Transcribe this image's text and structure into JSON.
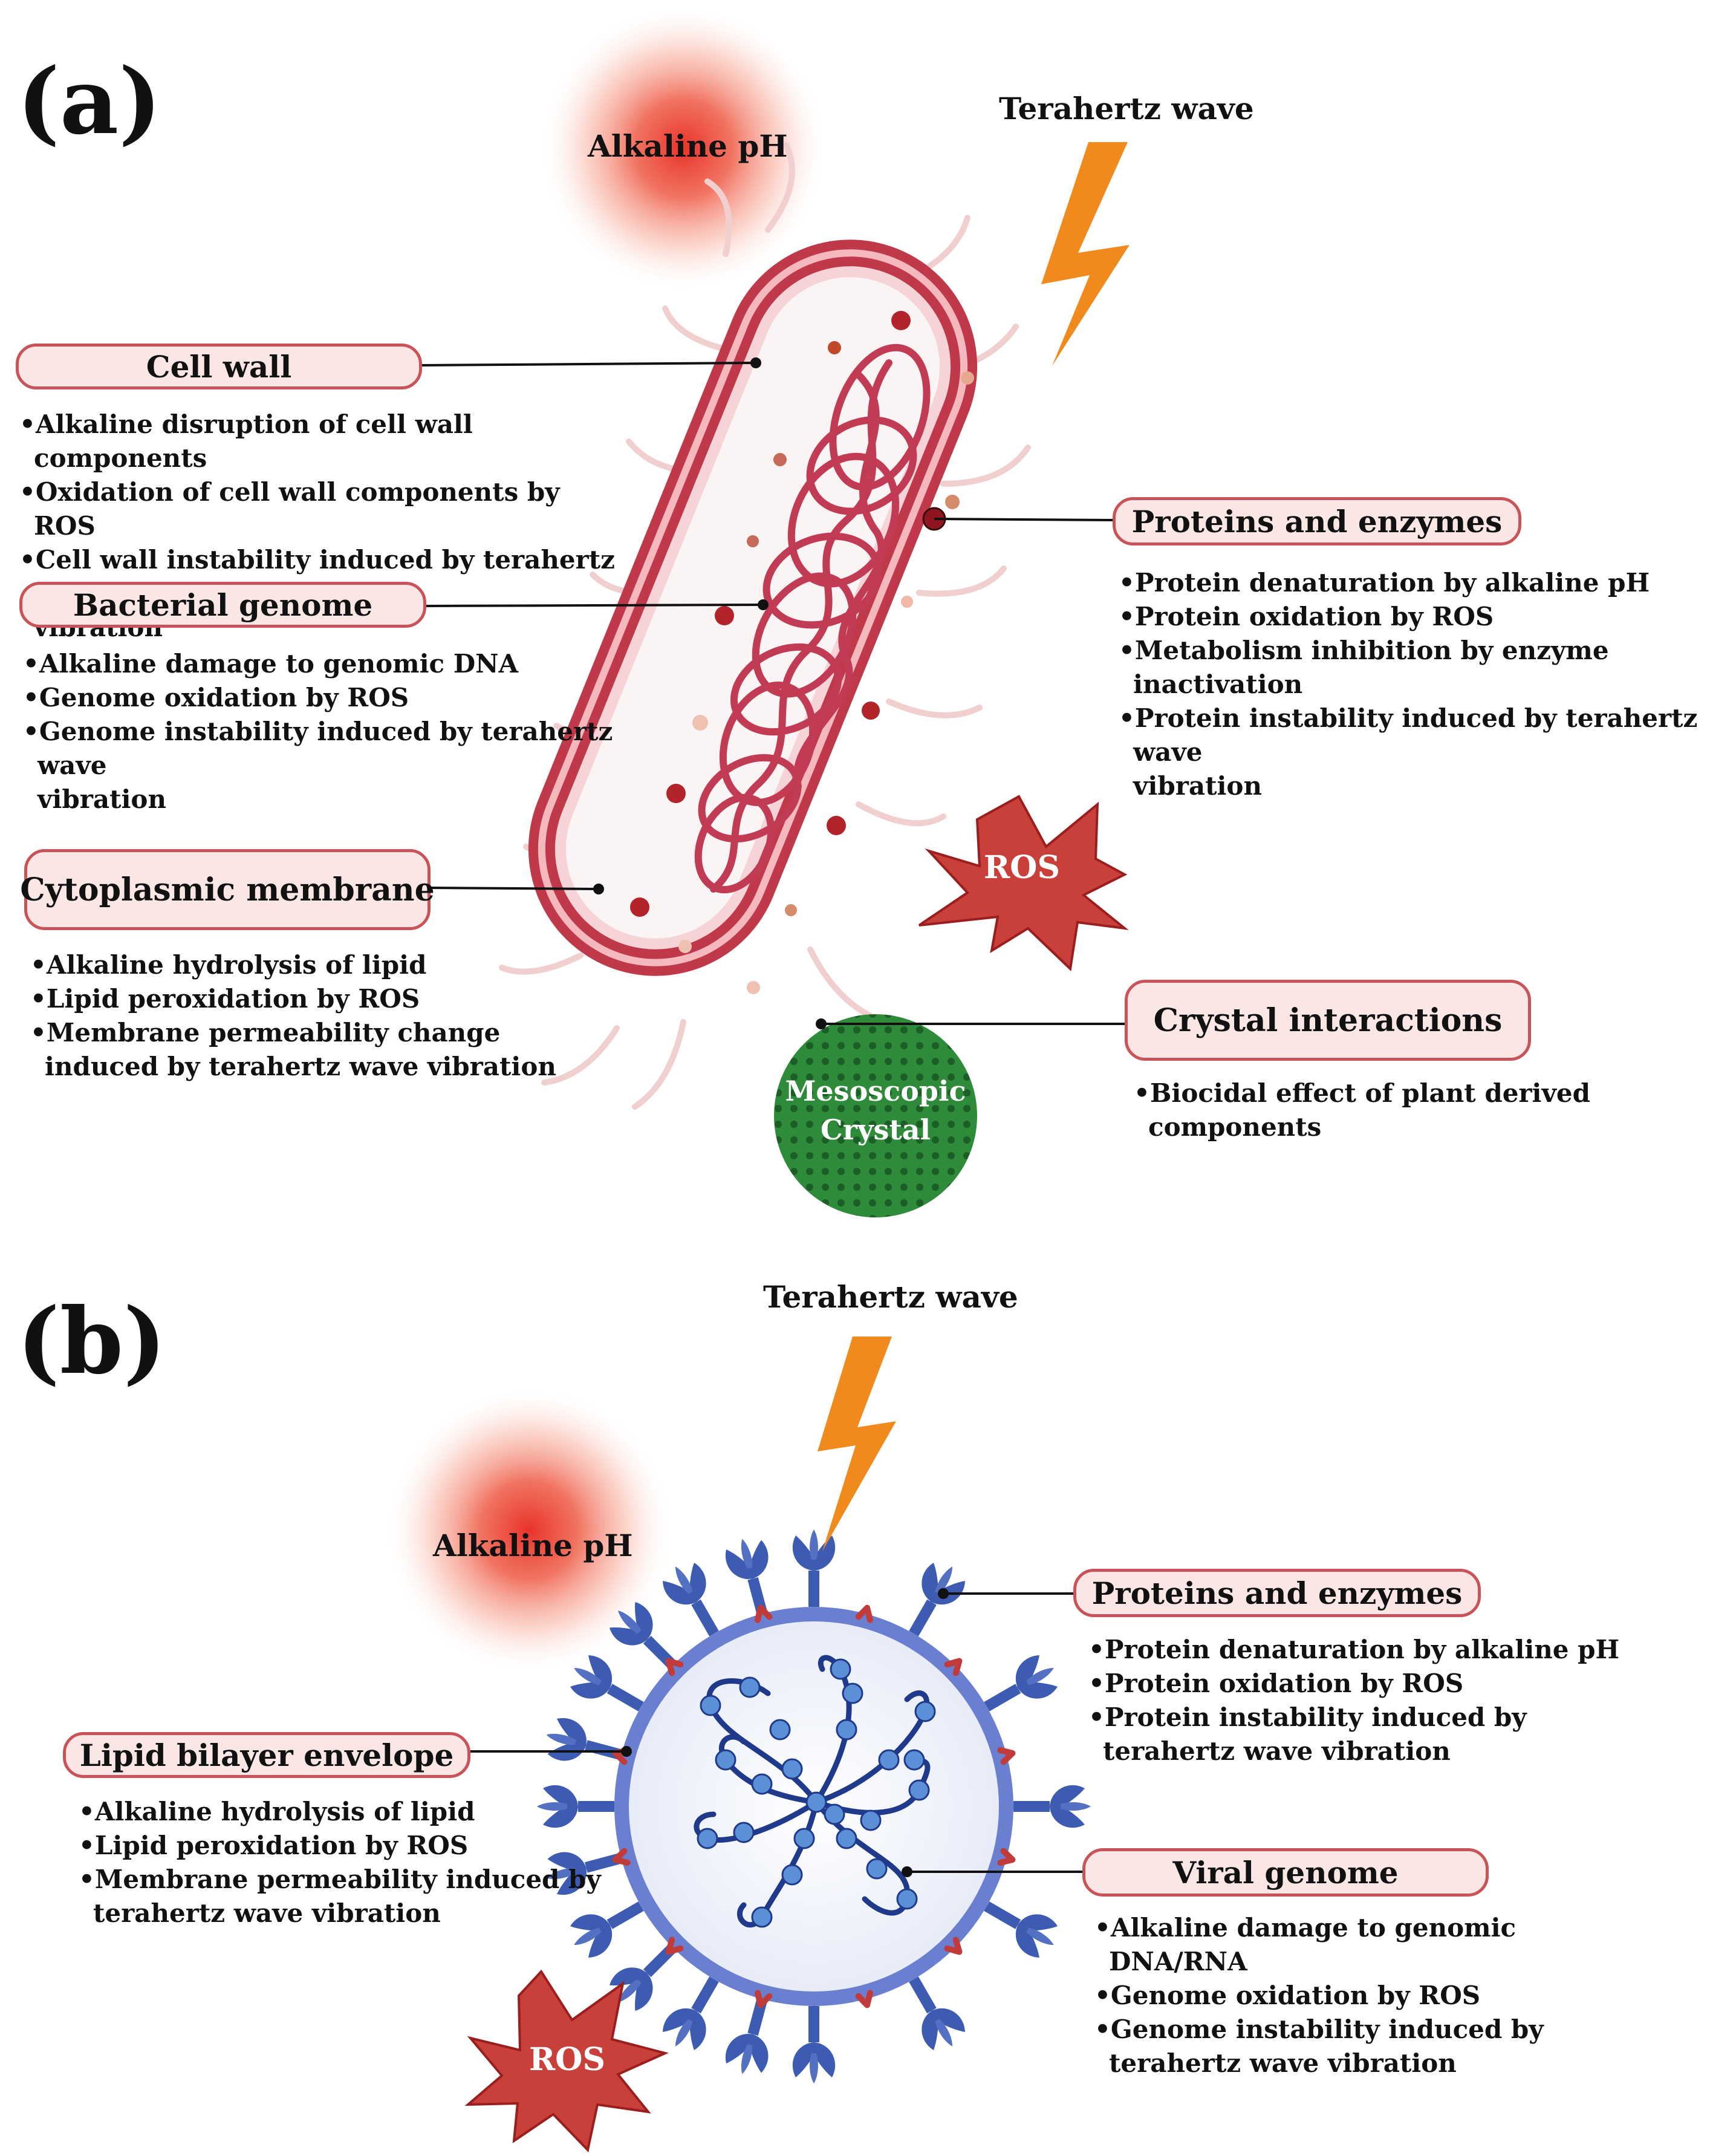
{
  "panel_a": {
    "letter": "(a)",
    "alkaline_label": "Alkaline pH",
    "terahertz_label": "Terahertz wave",
    "ros_label": "ROS",
    "crystal_label": "Mesoscopic\nCrystal",
    "cell_wall": {
      "title": "Cell wall",
      "bullets": [
        "Alkaline disruption of cell wall components",
        "Oxidation of cell wall components by ROS",
        "Cell wall instability induced by terahertz wave\nvibration"
      ]
    },
    "bacterial_genome": {
      "title": "Bacterial genome",
      "bullets": [
        "Alkaline damage to genomic DNA",
        "Genome oxidation by ROS",
        "Genome instability induced by terahertz wave\nvibration"
      ]
    },
    "cytoplasmic_membrane": {
      "title": "Cytoplasmic membrane",
      "bullets": [
        "Alkaline hydrolysis of lipid",
        "Lipid peroxidation by ROS",
        "Membrane permeability change\ninduced by  terahertz wave vibration"
      ]
    },
    "proteins_enzymes": {
      "title": "Proteins and enzymes",
      "bullets": [
        "Protein denaturation by alkaline pH",
        "Protein oxidation by ROS",
        "Metabolism inhibition by enzyme inactivation",
        "Protein instability induced by terahertz wave\nvibration"
      ]
    },
    "crystal_interactions": {
      "title": "Crystal interactions",
      "bullets": [
        "Biocidal effect of plant derived components"
      ]
    }
  },
  "panel_b": {
    "letter": "(b)",
    "alkaline_label": "Alkaline pH",
    "terahertz_label": "Terahertz wave",
    "ros_label": "ROS",
    "proteins_enzymes": {
      "title": "Proteins and enzymes",
      "bullets": [
        "Protein denaturation by alkaline pH",
        "Protein oxidation by ROS",
        "Protein instability induced by\nterahertz wave vibration"
      ]
    },
    "lipid_envelope": {
      "title": "Lipid bilayer envelope",
      "bullets": [
        "Alkaline hydrolysis of lipid",
        "Lipid peroxidation by ROS",
        "Membrane permeability induced by\nterahertz wave vibration"
      ]
    },
    "viral_genome": {
      "title": "Viral genome",
      "bullets": [
        "Alkaline damage to genomic DNA/RNA",
        "Genome oxidation by ROS",
        "Genome instability induced by\nterahertz wave vibration"
      ]
    }
  },
  "colors": {
    "box_fill": "#fbe6e6",
    "box_border": "#c8545a",
    "bacteria_wall": "#c0394b",
    "bolt": "#f08a1c",
    "ros": "#c9403a",
    "alkaline_glow": "#e8332a",
    "crystal": "#2e8b3a",
    "virus_blue": "#3d5bb0",
    "virus_membrane": "#6a7fcf",
    "rna": "#1f3a8a",
    "rna_bead": "#5b8fd6"
  },
  "icons": [
    "lightning-bolt-icon",
    "ros-starburst-icon",
    "alkaline-glow-icon",
    "spike-protein-icon"
  ]
}
